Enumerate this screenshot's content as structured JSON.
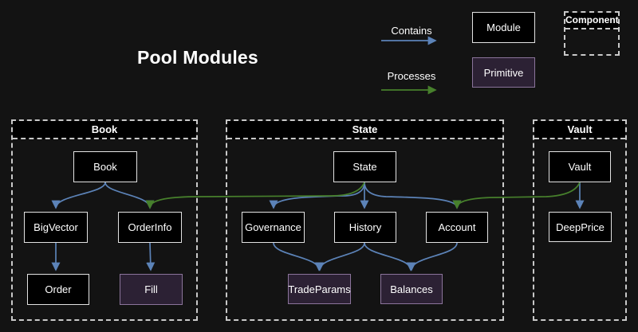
{
  "title": "Pool Modules",
  "legend": {
    "contains": "Contains",
    "processes": "Processes",
    "module": "Module",
    "primitive": "Primitive",
    "component": "Component"
  },
  "colors": {
    "background": "#131313",
    "contains_edge": "#5c83b8",
    "processes_edge": "#47802c",
    "module_fill": "#000000",
    "module_border": "#e3e3e3",
    "primitive_fill": "#2c2134",
    "primitive_border": "#8b749b",
    "container_border": "#c9c9c9",
    "text": "#ffffff"
  },
  "containers": {
    "book": {
      "label": "Book"
    },
    "state": {
      "label": "State"
    },
    "vault": {
      "label": "Vault"
    }
  },
  "nodes": {
    "book": {
      "label": "Book",
      "type": "module",
      "container": "Book"
    },
    "bigvector": {
      "label": "BigVector",
      "type": "module",
      "container": "Book"
    },
    "orderinfo": {
      "label": "OrderInfo",
      "type": "module",
      "container": "Book"
    },
    "order": {
      "label": "Order",
      "type": "module",
      "container": "Book"
    },
    "fill": {
      "label": "Fill",
      "type": "primitive",
      "container": "Book"
    },
    "state": {
      "label": "State",
      "type": "module",
      "container": "State"
    },
    "governance": {
      "label": "Governance",
      "type": "module",
      "container": "State"
    },
    "history": {
      "label": "History",
      "type": "module",
      "container": "State"
    },
    "account": {
      "label": "Account",
      "type": "module",
      "container": "State"
    },
    "tradeparams": {
      "label": "TradeParams",
      "type": "primitive",
      "container": "State"
    },
    "balances": {
      "label": "Balances",
      "type": "primitive",
      "container": "State"
    },
    "vault": {
      "label": "Vault",
      "type": "module",
      "container": "Vault"
    },
    "deepprice": {
      "label": "DeepPrice",
      "type": "module",
      "container": "Vault"
    }
  },
  "edges": {
    "contains": [
      {
        "from": "Book",
        "to": "BigVector"
      },
      {
        "from": "Book",
        "to": "OrderInfo"
      },
      {
        "from": "BigVector",
        "to": "Order"
      },
      {
        "from": "OrderInfo",
        "to": "Fill"
      },
      {
        "from": "State",
        "to": "Governance"
      },
      {
        "from": "State",
        "to": "History"
      },
      {
        "from": "State",
        "to": "Account"
      },
      {
        "from": "Governance",
        "to": "TradeParams"
      },
      {
        "from": "History",
        "to": "TradeParams"
      },
      {
        "from": "History",
        "to": "Balances"
      },
      {
        "from": "Account",
        "to": "Balances"
      },
      {
        "from": "Vault",
        "to": "DeepPrice"
      }
    ],
    "processes": [
      {
        "from": "State",
        "to": "OrderInfo"
      },
      {
        "from": "Vault",
        "to": "Account"
      }
    ]
  }
}
